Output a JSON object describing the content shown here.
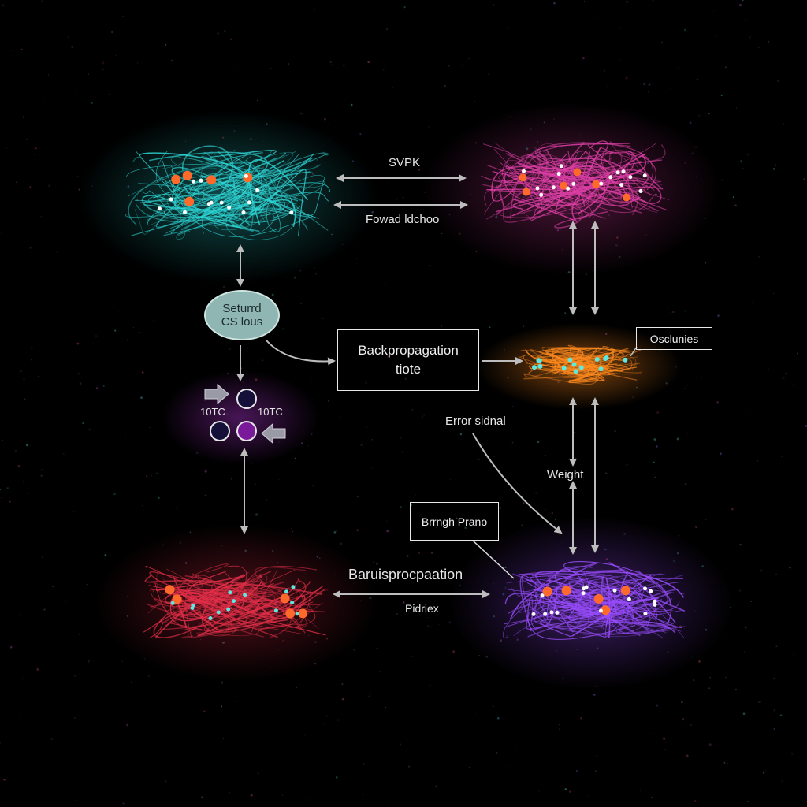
{
  "labels": {
    "svpk": "SVPK",
    "forward": "Fowad ldchoo",
    "ellipse_line1": "Seturrd",
    "ellipse_line2": "CS lous",
    "backprop_line1": "Backpropagation",
    "backprop_line2": "tiote",
    "oscluries": "Osclunies",
    "left_10tc": "10TC",
    "right_10tc": "10TC",
    "error_signal": "Error sidnal",
    "weight": "Weight",
    "brrngh": "Brrngh  Prano",
    "bottom_backprop": "Baruisprocpaation",
    "pidriex": "Pidriex"
  },
  "colors": {
    "background": "#000000",
    "cyan_cluster": "#2fd6d6",
    "magenta_cluster": "#e040a8",
    "orange_cluster": "#ff8a1e",
    "red_cluster": "#e8304a",
    "violet_cluster": "#9a4dff",
    "node_orange": "#ff6a2a",
    "node_cyan": "#5fe8e0",
    "arrow": "#bdbdbd"
  },
  "icons": [
    "bidirectional-arrow",
    "curved-arrow",
    "grey-pointer-arrow"
  ]
}
